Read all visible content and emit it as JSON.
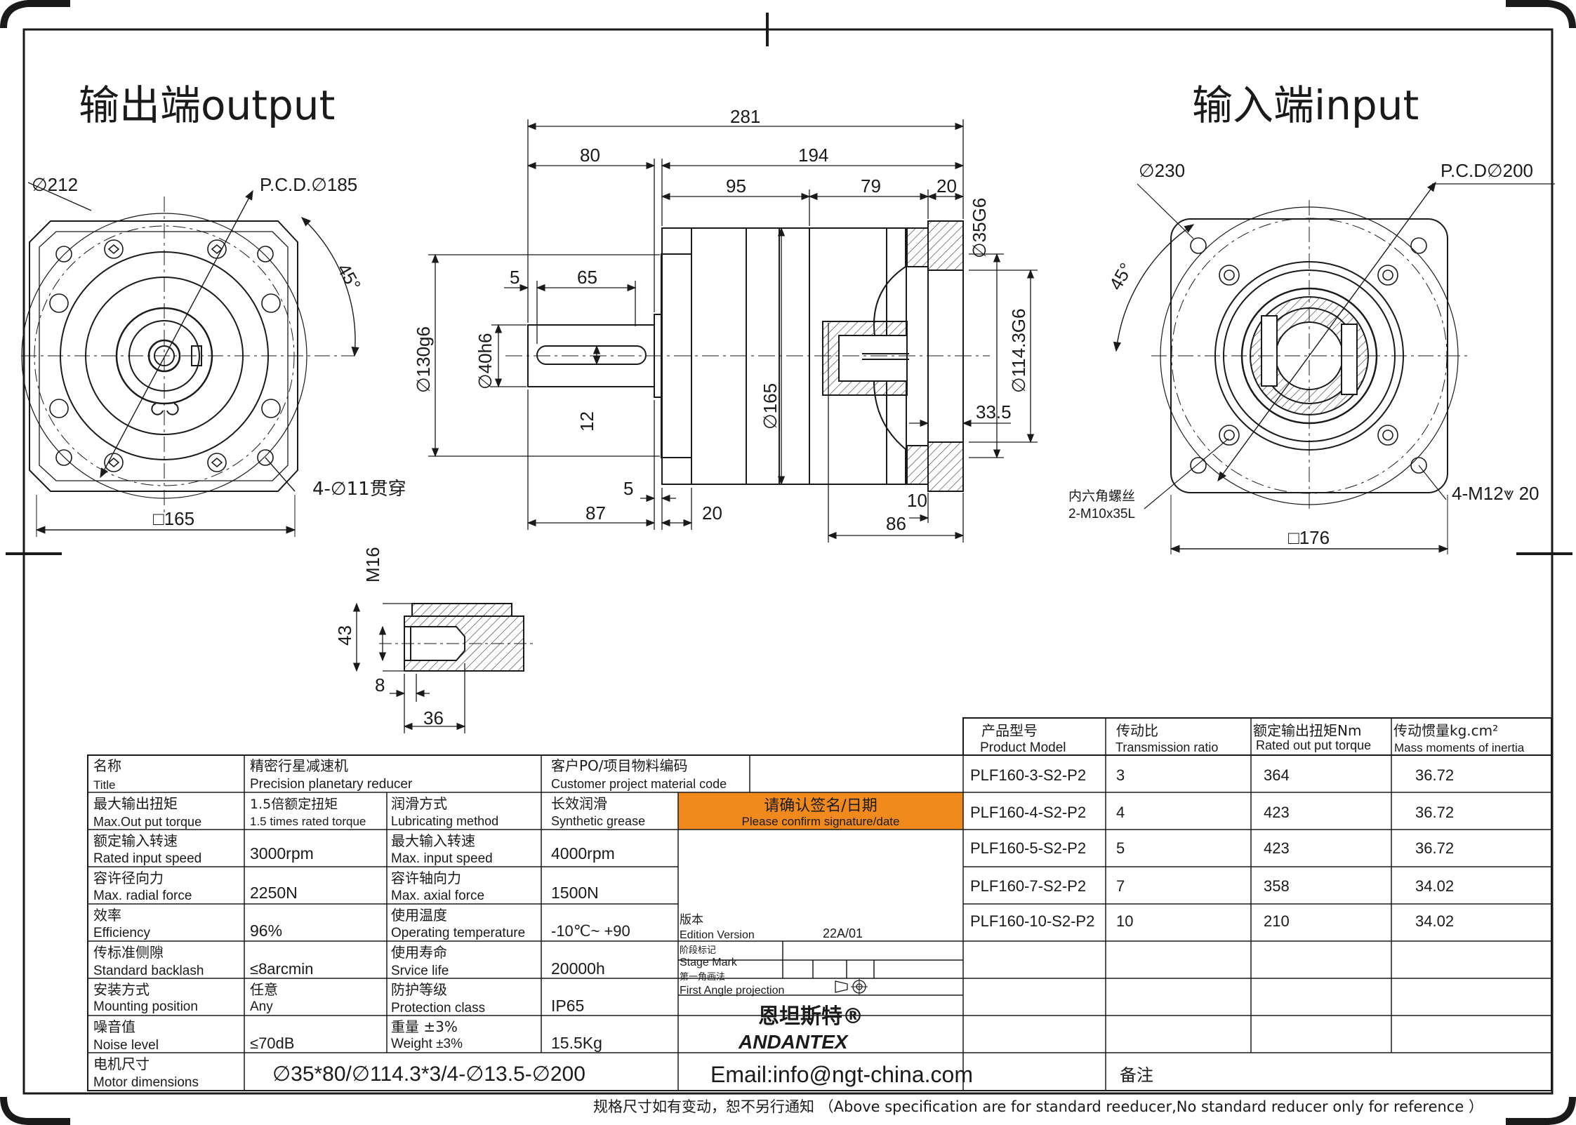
{
  "titles": {
    "output": "输出端output",
    "input": "输入端input"
  },
  "dims": {
    "out_dia": "∅212",
    "out_pcd": "P.C.D.∅185",
    "out_angle": "45°",
    "out_holes": "4-∅11贯穿",
    "out_square": "□165",
    "len_total": "281",
    "len_80": "80",
    "len_194": "194",
    "len_95": "95",
    "len_79": "79",
    "len_20a": "20",
    "len_5a": "5",
    "len_65": "65",
    "dia_130": "∅130g6",
    "dia_40": "∅40h6",
    "key_12": "12",
    "dia_165": "∅165",
    "dia_35": "∅35G6",
    "dia_114": "∅114.3G6",
    "len_335": "33.5",
    "len_5b": "5",
    "len_87": "87",
    "len_20b": "20",
    "len_10": "10",
    "len_86": "86",
    "in_dia": "∅230",
    "in_pcd": "P.C.D∅200",
    "in_angle": "45°",
    "in_screw_cn": "内六角螺丝",
    "in_screw": "2-M10x35L",
    "in_holes": "4-M12⩔ 20",
    "in_square": "□176",
    "thread_m16": "M16",
    "thread_43": "43",
    "thread_8": "8",
    "thread_36": "36"
  },
  "spec": {
    "r1": {
      "l1": "名称",
      "l2": "Title",
      "v": "精密行星减速机",
      "v2": "Precision planetary reducer",
      "c1": "客户PO/项目物料编码",
      "c2": "Customer project material code"
    },
    "r2": {
      "l1": "最大输出扭矩",
      "l2": "Max.Out put torque",
      "v": "1.5倍额定扭矩",
      "v2": "1.5 times rated torque",
      "m1": "润滑方式",
      "m2": "Lubricating method",
      "mv": "长效润滑",
      "mv2": "Synthetic grease"
    },
    "r3": {
      "l1": "额定输入转速",
      "l2": "Rated input speed",
      "v": "3000rpm",
      "m1": "最大输入转速",
      "m2": "Max. input speed",
      "mv": "4000rpm"
    },
    "r4": {
      "l1": "容许径向力",
      "l2": "Max. radial force",
      "v": "2250N",
      "m1": "容许轴向力",
      "m2": "Max. axial force",
      "mv": "1500N"
    },
    "r5": {
      "l1": "效率",
      "l2": "Efficiency",
      "v": "96%",
      "m1": "使用温度",
      "m2": "Operating temperature",
      "mv": "-10℃~ +90"
    },
    "r6": {
      "l1": "传标准侧隙",
      "l2": "Standard backlash",
      "v": "≤8arcmin",
      "m1": "使用寿命",
      "m2": "Srvice life",
      "mv": "20000h"
    },
    "r7": {
      "l1": "安装方式",
      "l2": "Mounting position",
      "v": "任意",
      "v2": "Any",
      "m1": "防护等级",
      "m2": "Protection class",
      "mv": "IP65"
    },
    "r8": {
      "l1": "噪音值",
      "l2": "Noise level",
      "v": "≤70dB",
      "m1": "重量 ±3%",
      "m2": "Weight ±3%",
      "mv": "15.5Kg"
    },
    "r9": {
      "l1": "电机尺寸",
      "l2": "Motor dimensions",
      "v": "∅35*80/∅114.3*3/4-∅13.5-∅200"
    }
  },
  "confirm": {
    "cn": "请确认签名/日期",
    "en": "Please confirm signature/date",
    "color": "#F08A1C"
  },
  "edition": {
    "cn": "版本",
    "en": "Edition Version",
    "v": "22A/01"
  },
  "stage": {
    "cn": "阶段标记",
    "en": "Stage Mark"
  },
  "projection": {
    "cn": "第一角画法",
    "en": "First Angle projection"
  },
  "brand": {
    "cn": "恩坦斯特®",
    "en": "ANDANTEX",
    "color": "#1E9A3C"
  },
  "email": "Email:info@ngt-china.com",
  "remark": "备注",
  "footer": "规格尺寸如有变动，恕不另行通知 （Above specification are for standard reeducer,No standard reducer only for reference ）",
  "models": {
    "headers": [
      {
        "cn": "产品型号",
        "en": "Product Model"
      },
      {
        "cn": "传动比",
        "en": "Transmission ratio"
      },
      {
        "cn": "额定输出扭矩Nm",
        "en": "Rated out put torque"
      },
      {
        "cn": "传动惯量kg.cm²",
        "en": "Mass moments of inertia"
      }
    ],
    "rows": [
      [
        "PLF160-3-S2-P2",
        "3",
        "364",
        "36.72"
      ],
      [
        "PLF160-4-S2-P2",
        "4",
        "423",
        "36.72"
      ],
      [
        "PLF160-5-S2-P2",
        "5",
        "423",
        "36.72"
      ],
      [
        "PLF160-7-S2-P2",
        "7",
        "358",
        "34.02"
      ],
      [
        "PLF160-10-S2-P2",
        "10",
        "210",
        "34.02"
      ]
    ]
  }
}
